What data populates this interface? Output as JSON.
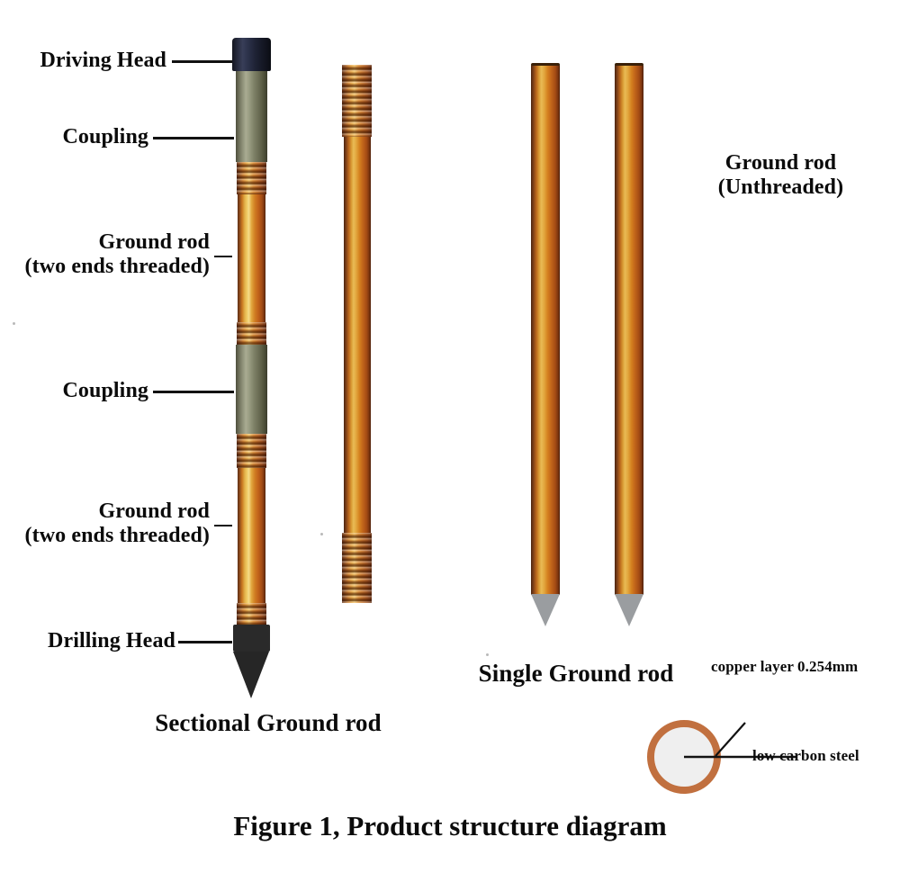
{
  "figure": {
    "caption": "Figure 1, Product structure diagram"
  },
  "colors": {
    "copper": "#c1703f",
    "copper_bright": "#efc861",
    "steel": "#efefef",
    "coupling": "#8f927a",
    "driving_head": "#2b3149",
    "drilling_head": "#262626",
    "text": "#0b0b0b",
    "leader_line": "#121212",
    "background": "#ffffff"
  },
  "assemblies": {
    "sectional": {
      "title": "Sectional Ground rod",
      "callouts": [
        {
          "id": "driving-head",
          "label": "Driving Head"
        },
        {
          "id": "coupling-top",
          "label": "Coupling"
        },
        {
          "id": "ground-rod-top",
          "label": "Ground rod\n(two ends threaded)",
          "line1": "Ground rod",
          "line2": "(two ends threaded)"
        },
        {
          "id": "coupling-bottom",
          "label": "Coupling"
        },
        {
          "id": "ground-rod-bottom",
          "label": "Ground rod\n(two ends threaded)",
          "line1": "Ground rod",
          "line2": "(two ends threaded)"
        },
        {
          "id": "drilling-head",
          "label": "Drilling Head"
        }
      ]
    },
    "single": {
      "title": "Single Ground rod"
    },
    "unthreaded": {
      "line1": "Ground rod",
      "line2": "(Unthreaded)"
    }
  },
  "cross_section": {
    "outer_label": "copper layer 0.254mm",
    "inner_label": "low carbon steel",
    "copper_thickness_mm": "0.254"
  }
}
